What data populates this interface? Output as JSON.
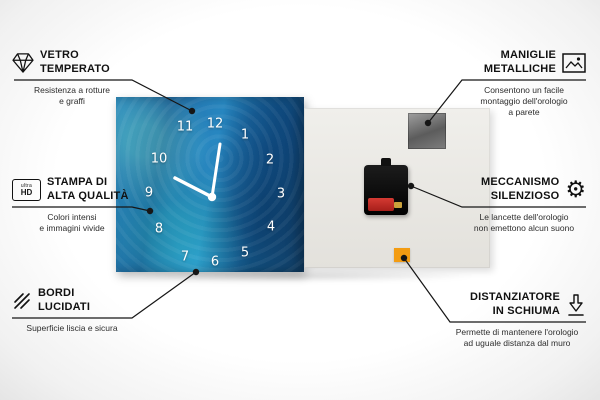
{
  "product": {
    "clock_numbers": [
      "1",
      "2",
      "3",
      "4",
      "5",
      "6",
      "7",
      "8",
      "9",
      "10",
      "11",
      "12"
    ]
  },
  "icons": {
    "gear": "⚙"
  },
  "callouts": [
    {
      "id": "vetro-temperato",
      "title": "VETRO\nTEMPERATO",
      "subtitle": "Resistenza a rotture\ne graffi",
      "icon": "diamond-icon"
    },
    {
      "id": "stampa-alta-qualita",
      "title": "STAMPA DI\nALTA QUALITÀ",
      "subtitle": "Colori intensi\ne immagini vivide",
      "icon": "ultra-hd-icon",
      "icon_label_top": "ultra",
      "icon_label_bottom": "HD"
    },
    {
      "id": "bordi-lucidati",
      "title": "BORDI\nLUCIDATI",
      "subtitle": "Superficie liscia e sicura",
      "icon": "polished-edge-icon"
    },
    {
      "id": "maniglie-metalliche",
      "title": "MANIGLIE\nMETALLICHE",
      "subtitle": "Consentono un facile\nmontaggio dell'orologio\na parete",
      "icon": "picture-frame-icon"
    },
    {
      "id": "meccanismo-silenzioso",
      "title": "MECCANISMO\nSILENZIOSO",
      "subtitle": "Le lancette dell'orologio\nnon emettono alcun suono",
      "icon": "gear-icon"
    },
    {
      "id": "distanziatore-schiuma",
      "title": "DISTANZIATORE\nIN SCHIUMA",
      "subtitle": "Permette di mantenere l'orologio\nad uguale distanza dal muro",
      "icon": "down-arrow-icon"
    }
  ],
  "colors": {
    "line": "#161616",
    "accent_foam": "#f39c12",
    "battery_red": "#c62f28",
    "clock_blue": "#1a5a96"
  }
}
